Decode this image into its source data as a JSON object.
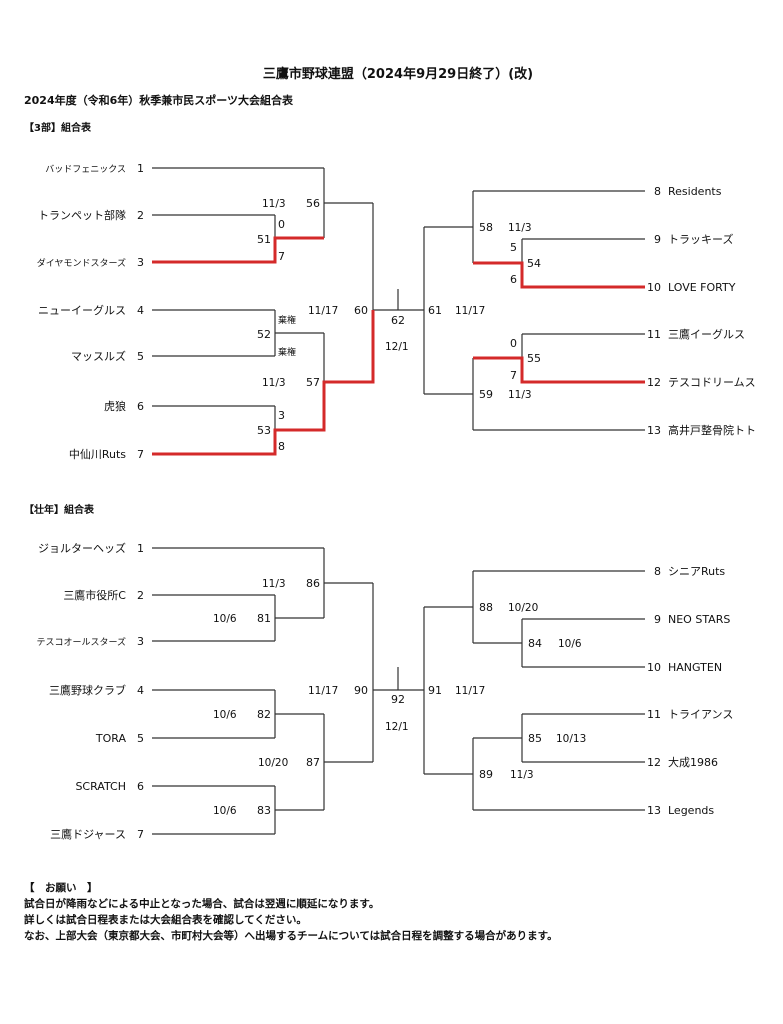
{
  "header": {
    "title": "三鷹市野球連盟（2024年9月29日終了）(改)",
    "subtitle": "2024年度（令和6年）秋季兼市民スポーツ大会組合表"
  },
  "colors": {
    "winner_line": "#d42a2a",
    "bracket_line": "#333333"
  },
  "bracket_3bu": {
    "section_title": "【3部】組合表",
    "left_teams": [
      {
        "name": "バッドフェニックス",
        "seed": "1"
      },
      {
        "name": "トランペット部隊",
        "seed": "2"
      },
      {
        "name": "ダイヤモンドスターズ",
        "seed": "3"
      },
      {
        "name": "ニューイーグルス",
        "seed": "4"
      },
      {
        "name": "マッスルズ",
        "seed": "5"
      },
      {
        "name": "虎狼",
        "seed": "6"
      },
      {
        "name": "中仙川Ruts",
        "seed": "7"
      }
    ],
    "right_teams": [
      {
        "seed": "8",
        "name": "Residents"
      },
      {
        "seed": "9",
        "name": "トラッキーズ"
      },
      {
        "seed": "10",
        "name": "LOVE FORTY"
      },
      {
        "seed": "11",
        "name": "三鷹イーグルス"
      },
      {
        "seed": "12",
        "name": "テスコドリームス"
      },
      {
        "seed": "13",
        "name": "高井戸整骨院トト"
      }
    ],
    "games": {
      "g51": {
        "no": "51",
        "score_top": "0",
        "score_bottom": "7"
      },
      "g52": {
        "no": "52",
        "score_top": "棄権",
        "score_bottom": "棄権"
      },
      "g53": {
        "no": "53",
        "score_top": "3",
        "score_bottom": "8"
      },
      "g54": {
        "no": "54",
        "score_top": "5",
        "score_bottom": "6"
      },
      "g55": {
        "no": "55",
        "score_top": "0",
        "score_bottom": "7"
      },
      "g56": {
        "no": "56",
        "date": "11/3"
      },
      "g57": {
        "no": "57",
        "date": "11/3"
      },
      "g58": {
        "no": "58",
        "date": "11/3"
      },
      "g59": {
        "no": "59",
        "date": "11/3"
      },
      "g60": {
        "no": "60",
        "date": "11/17"
      },
      "g61": {
        "no": "61",
        "date": "11/17"
      },
      "g62": {
        "no": "62",
        "date": "12/1"
      }
    }
  },
  "bracket_sonen": {
    "section_title": "【壮年】組合表",
    "left_teams": [
      {
        "name": "ジョルターヘッズ",
        "seed": "1"
      },
      {
        "name": "三鷹市役所C",
        "seed": "2"
      },
      {
        "name": "テスコオールスターズ",
        "seed": "3"
      },
      {
        "name": "三鷹野球クラブ",
        "seed": "4"
      },
      {
        "name": "TORA",
        "seed": "5"
      },
      {
        "name": "SCRATCH",
        "seed": "6"
      },
      {
        "name": "三鷹ドジャース",
        "seed": "7"
      }
    ],
    "right_teams": [
      {
        "seed": "8",
        "name": "シニアRuts"
      },
      {
        "seed": "9",
        "name": "NEO STARS"
      },
      {
        "seed": "10",
        "name": "HANGTEN"
      },
      {
        "seed": "11",
        "name": "トライアンス"
      },
      {
        "seed": "12",
        "name": "大成1986"
      },
      {
        "seed": "13",
        "name": "Legends"
      }
    ],
    "games": {
      "g81": {
        "no": "81",
        "date": "10/6"
      },
      "g82": {
        "no": "82",
        "date": "10/6"
      },
      "g83": {
        "no": "83",
        "date": "10/6"
      },
      "g84": {
        "no": "84",
        "date": "10/6"
      },
      "g85": {
        "no": "85",
        "date": "10/13"
      },
      "g86": {
        "no": "86",
        "date": "11/3"
      },
      "g87": {
        "no": "87",
        "date": "10/20"
      },
      "g88": {
        "no": "88",
        "date": "10/20"
      },
      "g89": {
        "no": "89",
        "date": "11/3"
      },
      "g90": {
        "no": "90",
        "date": "11/17"
      },
      "g91": {
        "no": "91",
        "date": "11/17"
      },
      "g92": {
        "no": "92",
        "date": "12/1"
      }
    }
  },
  "notes": {
    "heading": "【　お願い　】",
    "lines": [
      "試合日が降雨などによる中止となった場合、試合は翌週に順延になります。",
      "詳しくは試合日程表または大会組合表を確認してください。",
      "なお、上部大会（東京都大会、市町村大会等）へ出場するチームについては試合日程を調整する場合があります。"
    ]
  }
}
